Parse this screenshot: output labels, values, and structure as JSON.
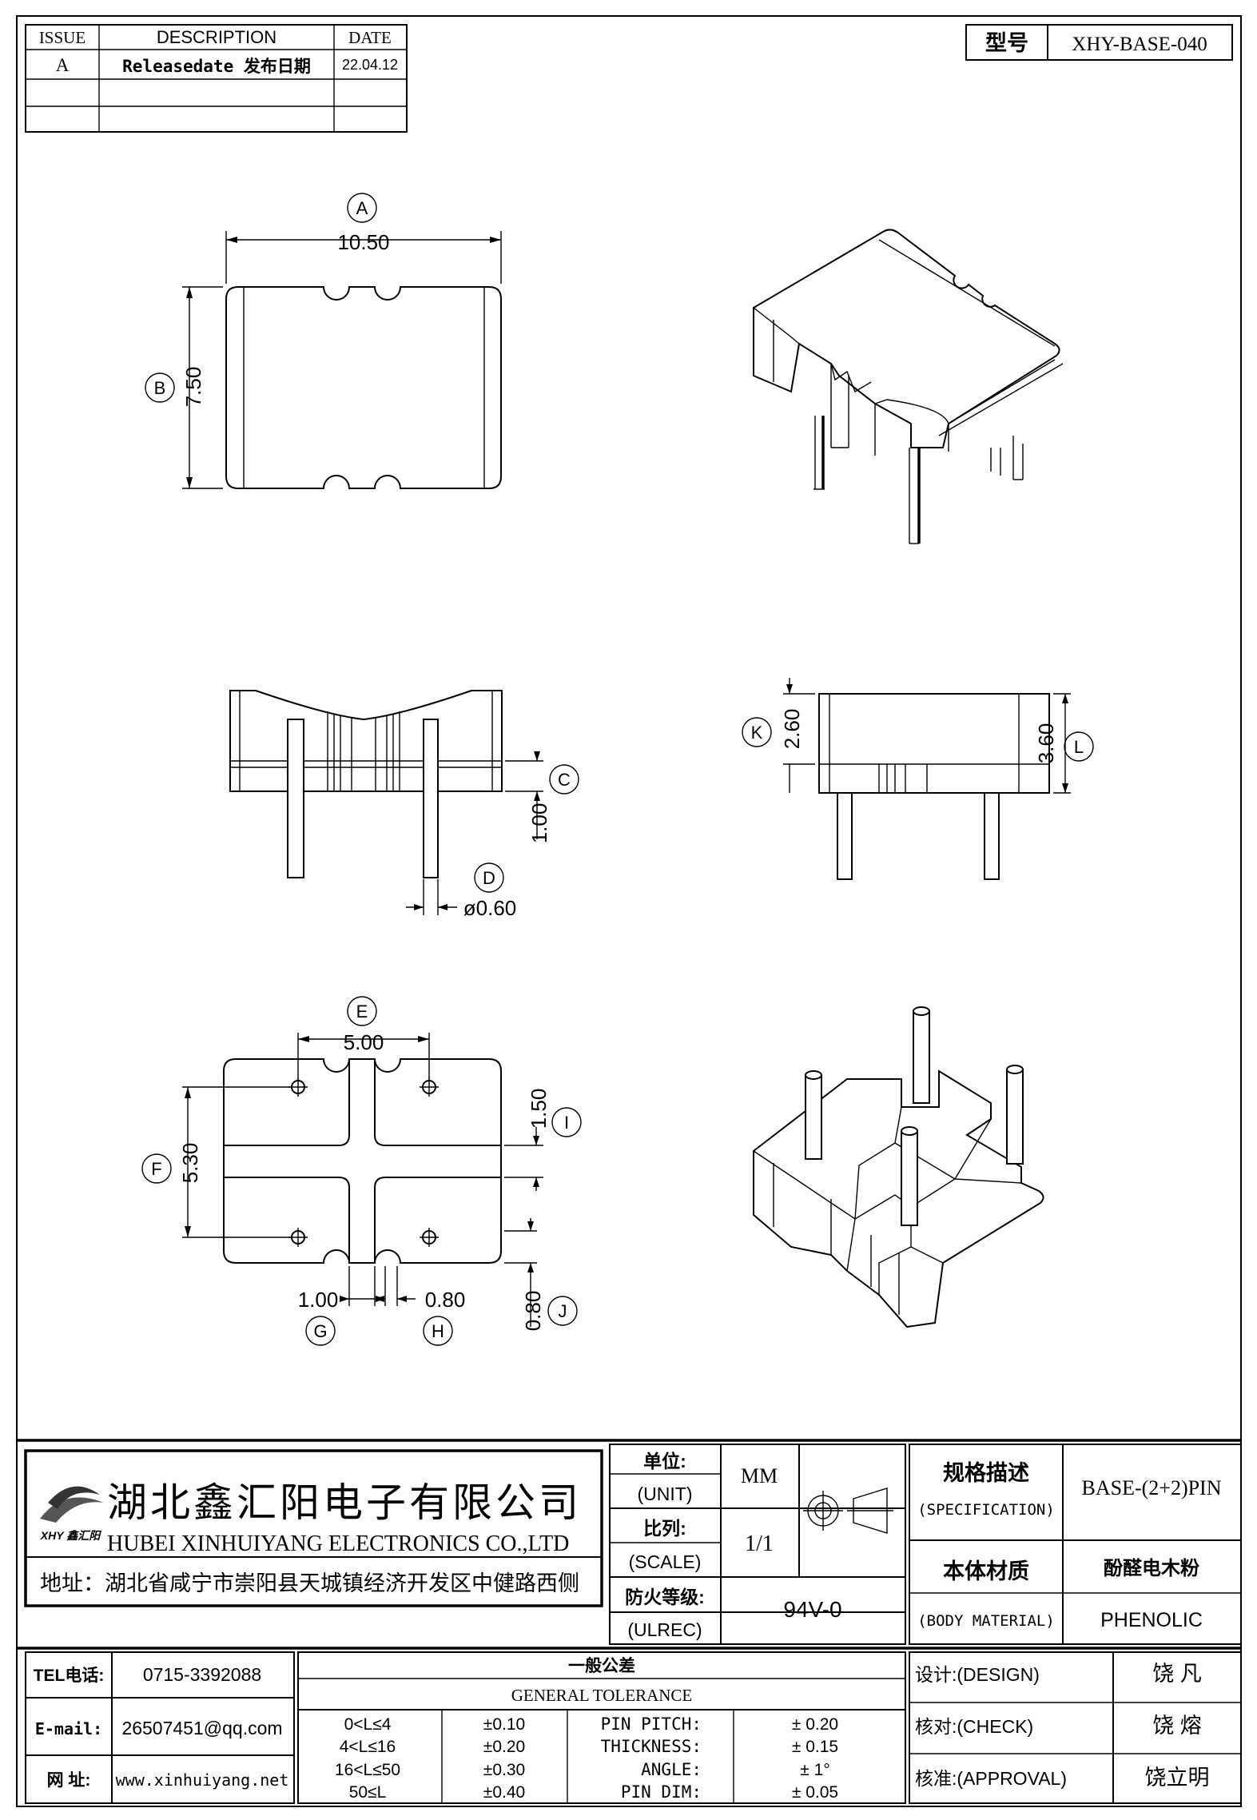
{
  "revision": {
    "headers": [
      "ISSUE",
      "DESCRIPTION",
      "DATE"
    ],
    "rows": [
      {
        "issue": "A",
        "description": "Releasedate 发布日期",
        "date": "22.04.12"
      },
      {
        "issue": "",
        "description": "",
        "date": ""
      },
      {
        "issue": "",
        "description": "",
        "date": ""
      }
    ]
  },
  "model": {
    "label": "型号",
    "value": "XHY-BASE-040"
  },
  "dims": {
    "A": {
      "tag": "A",
      "value": "10.50"
    },
    "B": {
      "tag": "B",
      "value": "7.50"
    },
    "C": {
      "tag": "C",
      "value": "1.00"
    },
    "D": {
      "tag": "D",
      "value": "ø0.60"
    },
    "E": {
      "tag": "E",
      "value": "5.00"
    },
    "F": {
      "tag": "F",
      "value": "5.30"
    },
    "G": {
      "tag": "G",
      "value": "1.00"
    },
    "H": {
      "tag": "H",
      "value": "0.80"
    },
    "I": {
      "tag": "I",
      "value": "1.50"
    },
    "J": {
      "tag": "J",
      "value": "0.80"
    },
    "K": {
      "tag": "K",
      "value": "2.60"
    },
    "L": {
      "tag": "L",
      "value": "3.60"
    }
  },
  "company": {
    "name_cn": "湖北鑫汇阳电子有限公司",
    "name_en": "HUBEI XINHUIYANG ELECTRONICS CO.,LTD",
    "logo_text": "XHY 鑫汇阳",
    "address": "地址：湖北省咸宁市崇阳县天城镇经济开发区中健路西侧"
  },
  "title_block": {
    "unit_cn": "单位:",
    "unit_en": "(UNIT)",
    "unit_value": "MM",
    "scale_cn": "比列:",
    "scale_en": "(SCALE)",
    "scale_value": "1/1",
    "fire_cn": "防火等级:",
    "fire_en": "(ULREC)",
    "fire_value": "94V-0",
    "spec_cn": "规格描述",
    "spec_en": "(SPECIFICATION)",
    "spec_value": "BASE-(2+2)PIN",
    "material_cn": "本体材质",
    "material_en": "(BODY MATERIAL)",
    "material_value_cn": "酚醛电木粉",
    "material_value_en": "PHENOLIC"
  },
  "contact": {
    "tel_label": "TEL电话:",
    "tel": "0715-3392088",
    "email_label": "E-mail:",
    "email": "26507451@qq.com",
    "web_label": "网 址:",
    "web": "www.xinhuiyang.net"
  },
  "tolerance": {
    "title_cn": "一般公差",
    "title_en": "GENERAL TOLERANCE",
    "ranges": [
      {
        "range": "0<L≤4",
        "tol": "±0.10"
      },
      {
        "range": "4<L≤16",
        "tol": "±0.20"
      },
      {
        "range": "16<L≤50",
        "tol": "±0.30"
      },
      {
        "range": "50≤L",
        "tol": "±0.40"
      }
    ],
    "specials": [
      {
        "label": "PIN PITCH:",
        "value": "± 0.20"
      },
      {
        "label": "THICKNESS:",
        "value": "± 0.15"
      },
      {
        "label": "ANGLE:",
        "value": "± 1°"
      },
      {
        "label": "PIN DIM:",
        "value": "± 0.05"
      }
    ]
  },
  "signoff": [
    {
      "label": "设计:(DESIGN)",
      "name": "饶  凡"
    },
    {
      "label": "核对:(CHECK)",
      "name": "饶  熔"
    },
    {
      "label": "核准:(APPROVAL)",
      "name": "饶立明"
    }
  ]
}
